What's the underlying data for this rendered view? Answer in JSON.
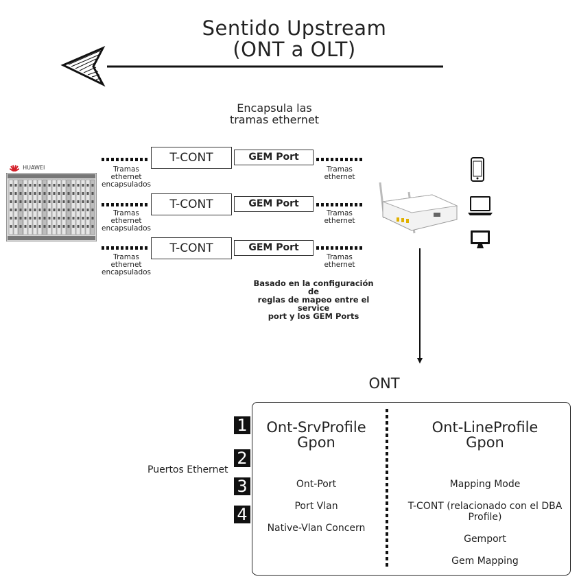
{
  "title_line1": "Sentido Upstream",
  "title_line2": "(ONT a OLT)",
  "encapsula": [
    "Encapsula las",
    "tramas ethernet"
  ],
  "olt_brand": "HUAWEI",
  "rows": [
    {
      "tcont": "T-CONT",
      "gem": "GEM Port",
      "left_label": [
        "Tramas",
        "ethernet",
        "encapsulados"
      ],
      "right_label": [
        "Tramas",
        "ethernet"
      ]
    },
    {
      "tcont": "T-CONT",
      "gem": "GEM Port",
      "left_label": [
        "Tramas",
        "ethernet",
        "encapsulados"
      ],
      "right_label": [
        "Tramas",
        "ethernet"
      ]
    },
    {
      "tcont": "T-CONT",
      "gem": "GEM Port",
      "left_label": [
        "Tramas",
        "ethernet",
        "encapsulados"
      ],
      "right_label": [
        "Tramas",
        "ethernet"
      ]
    }
  ],
  "note": [
    "Basado en la configuración de",
    "reglas de mapeo entre el service",
    "port y los GEM Ports"
  ],
  "ont_label": "ONT",
  "ports": [
    "1",
    "2",
    "3",
    "4"
  ],
  "ports_label": "Puertos Ethernet",
  "srv_profile": {
    "title": [
      "Ont-SrvProfile",
      "Gpon"
    ],
    "items": [
      "Ont-Port",
      "Port Vlan",
      "Native-Vlan Concern"
    ]
  },
  "line_profile": {
    "title": [
      "Ont-LineProfile",
      "Gpon"
    ],
    "items": [
      "Mapping Mode",
      "T-CONT (relacionado con el DBA",
      "Profile)",
      "Gemport",
      "Gem Mapping"
    ]
  },
  "devices": [
    "phone-icon",
    "laptop-icon",
    "monitor-icon"
  ],
  "colors": {
    "ink": "#222222",
    "brand_red": "#d4202a"
  }
}
